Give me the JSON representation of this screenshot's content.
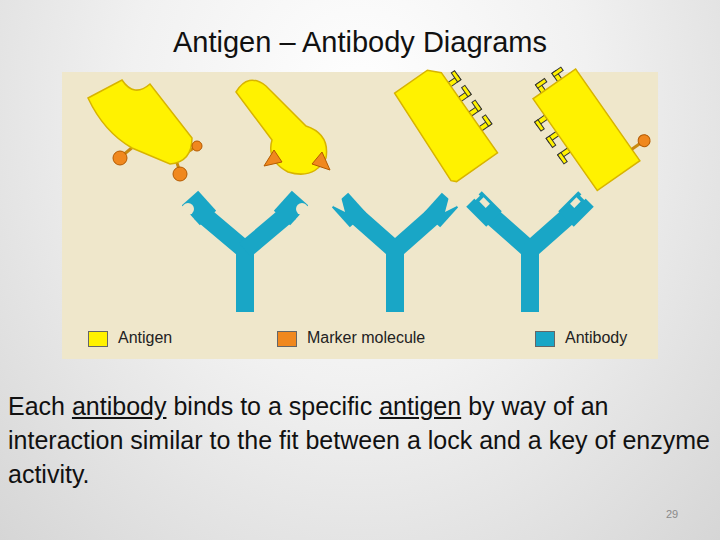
{
  "diagram": {
    "title": "Antigen – Antibody Diagrams",
    "caption": "Each antibody binds to a specific antigen by way of an interaction similar to the fit between a lock and a key of enzyme activity.",
    "labels": [
      "29"
    ],
    "legend": [
      {
        "text": "Antigen",
        "color": "#fff200"
      },
      {
        "text": "Marker molecule",
        "color": "#f0881e"
      },
      {
        "text": "Antibody",
        "color": "#19a6c6"
      }
    ]
  }
}
